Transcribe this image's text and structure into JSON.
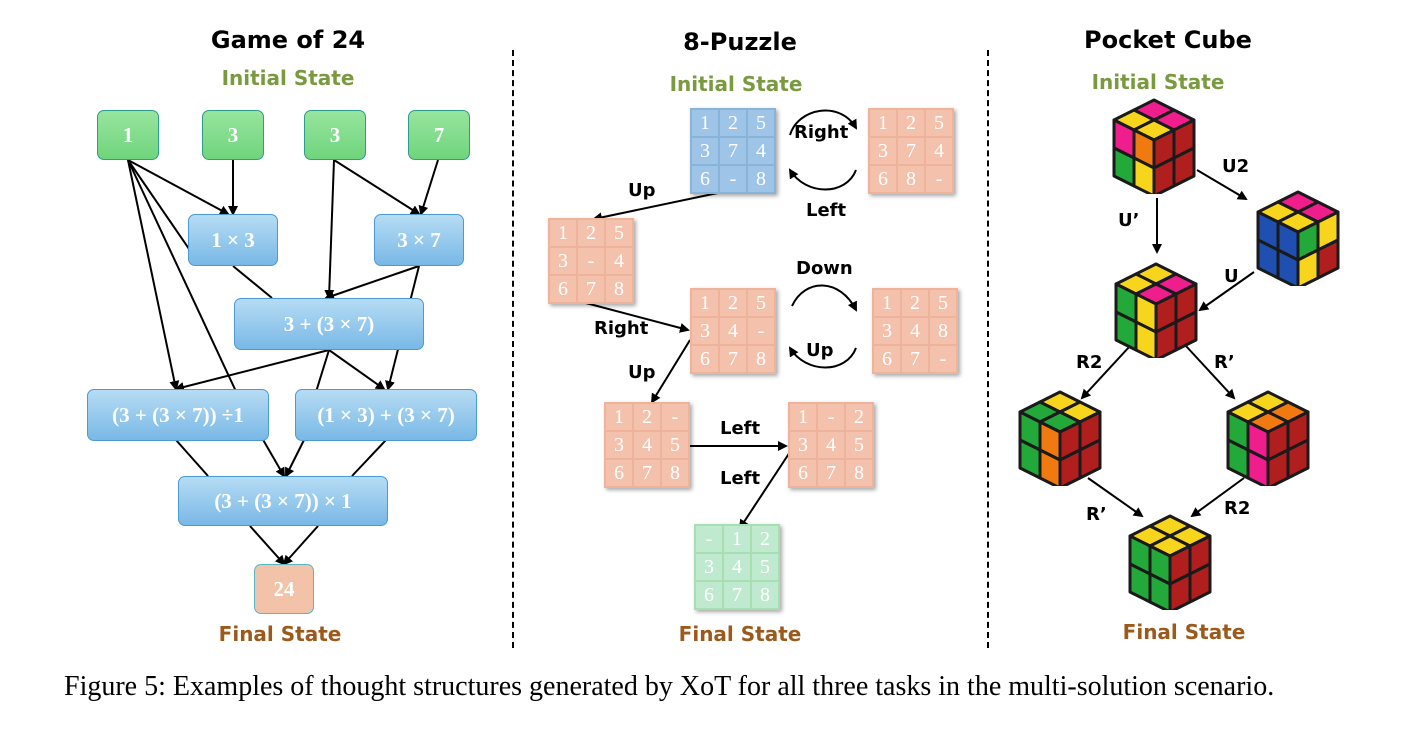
{
  "sections": {
    "game24": {
      "title": "Game of 24",
      "initial_label": "Initial State",
      "final_label": "Final State",
      "nodes": {
        "n1": "1",
        "n3a": "3",
        "n3b": "3",
        "n7": "7",
        "m13": "1 × 3",
        "m37": "3 × 7",
        "s1": "3 + (3 × 7)",
        "t1": "(3 + (3 × 7)) ÷1",
        "t2": "(1 × 3) + (3 × 7)",
        "u1": "(3 + (3 × 7)) × 1",
        "final": "24"
      }
    },
    "puzzle8": {
      "title": "8-Puzzle",
      "initial_label": "Initial State",
      "final_label": "Final State",
      "states": {
        "p0": [
          "1",
          "2",
          "5",
          "3",
          "7",
          "4",
          "6",
          "-",
          "8"
        ],
        "p1": [
          "1",
          "2",
          "5",
          "3",
          "7",
          "4",
          "6",
          "8",
          "-"
        ],
        "p2": [
          "1",
          "2",
          "5",
          "3",
          "-",
          "4",
          "6",
          "7",
          "8"
        ],
        "p3": [
          "1",
          "2",
          "5",
          "3",
          "4",
          "-",
          "6",
          "7",
          "8"
        ],
        "p4": [
          "1",
          "2",
          "5",
          "3",
          "4",
          "8",
          "6",
          "7",
          "-"
        ],
        "p5": [
          "1",
          "2",
          "-",
          "3",
          "4",
          "5",
          "6",
          "7",
          "8"
        ],
        "p6": [
          "1",
          "-",
          "2",
          "3",
          "4",
          "5",
          "6",
          "7",
          "8"
        ],
        "p7": [
          "-",
          "1",
          "2",
          "3",
          "4",
          "5",
          "6",
          "7",
          "8"
        ]
      },
      "moves": {
        "right1": "Right",
        "left1": "Left",
        "up1": "Up",
        "down2": "Down",
        "up2": "Up",
        "right2": "Right",
        "up3": "Up",
        "left3": "Left",
        "left4": "Left"
      }
    },
    "cube": {
      "title": "Pocket Cube",
      "initial_label": "Initial State",
      "final_label": "Final State",
      "moves": {
        "u2": "U2",
        "uprime": "U’",
        "u": "U",
        "r2a": "R2",
        "rprime_a": "R’",
        "rprime_b": "R’",
        "r2b": "R2"
      }
    }
  },
  "colors": {
    "node_green": "#7bdc86",
    "node_blue": "#8cc6ee",
    "node_peach": "#f3c3a9",
    "initial_label": "#7a9a40",
    "final_label": "#9b5a1c",
    "cube_yellow": "#f7d51d",
    "cube_red": "#b01e1e",
    "cube_green": "#23a83a",
    "cube_orange": "#f07a10",
    "cube_pink": "#ef1e8c",
    "cube_blue": "#1f4fb0"
  },
  "caption": "Figure 5: Examples of thought structures generated by XoT for all three tasks in the multi-solution scenario."
}
